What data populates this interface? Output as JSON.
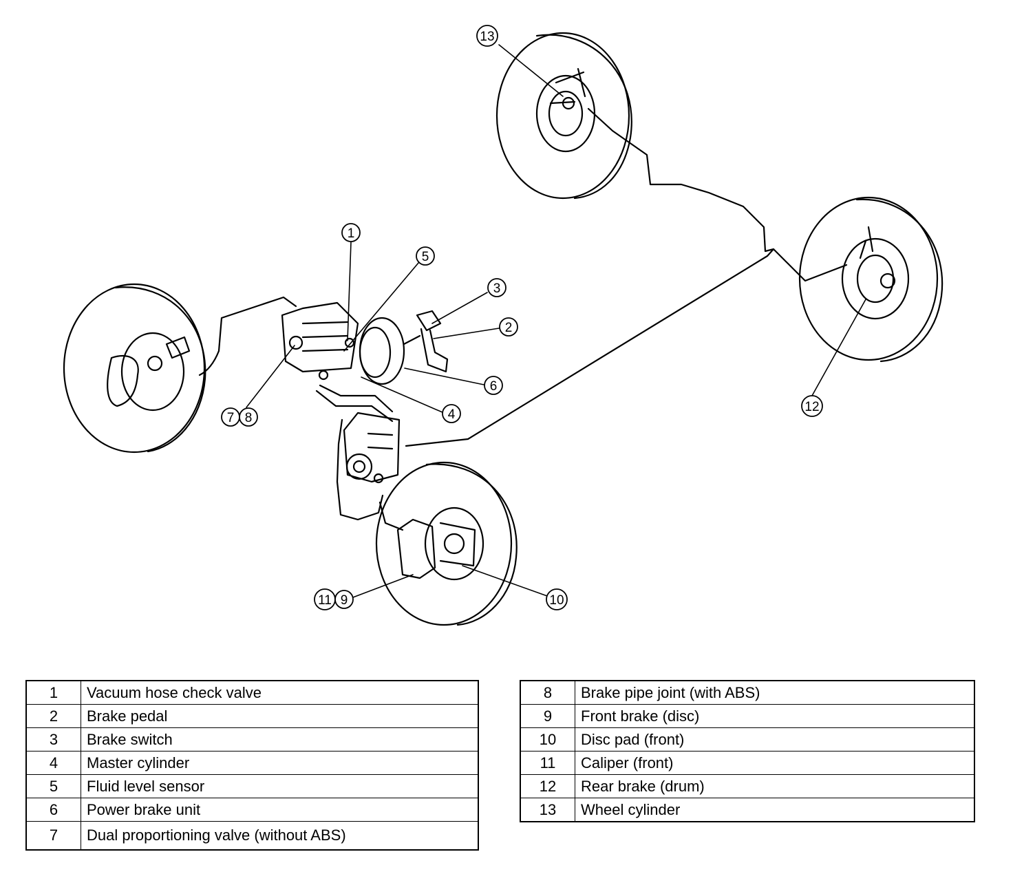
{
  "callouts": [
    "1",
    "2",
    "3",
    "4",
    "5",
    "6",
    "7",
    "8",
    "9",
    "10",
    "11",
    "12",
    "13"
  ],
  "legend_left": [
    {
      "num": "1",
      "desc": "Vacuum hose check valve"
    },
    {
      "num": "2",
      "desc": "Brake pedal"
    },
    {
      "num": "3",
      "desc": "Brake switch"
    },
    {
      "num": "4",
      "desc": "Master cylinder"
    },
    {
      "num": "5",
      "desc": "Fluid level sensor"
    },
    {
      "num": "6",
      "desc": "Power brake unit"
    },
    {
      "num": "7",
      "desc": "Dual proportioning valve (without ABS)"
    }
  ],
  "legend_right": [
    {
      "num": "8",
      "desc": "Brake pipe joint (with ABS)"
    },
    {
      "num": "9",
      "desc": "Front brake (disc)"
    },
    {
      "num": "10",
      "desc": "Disc pad (front)"
    },
    {
      "num": "11",
      "desc": "Caliper (front)"
    },
    {
      "num": "12",
      "desc": "Rear brake (drum)"
    },
    {
      "num": "13",
      "desc": "Wheel cylinder"
    }
  ]
}
